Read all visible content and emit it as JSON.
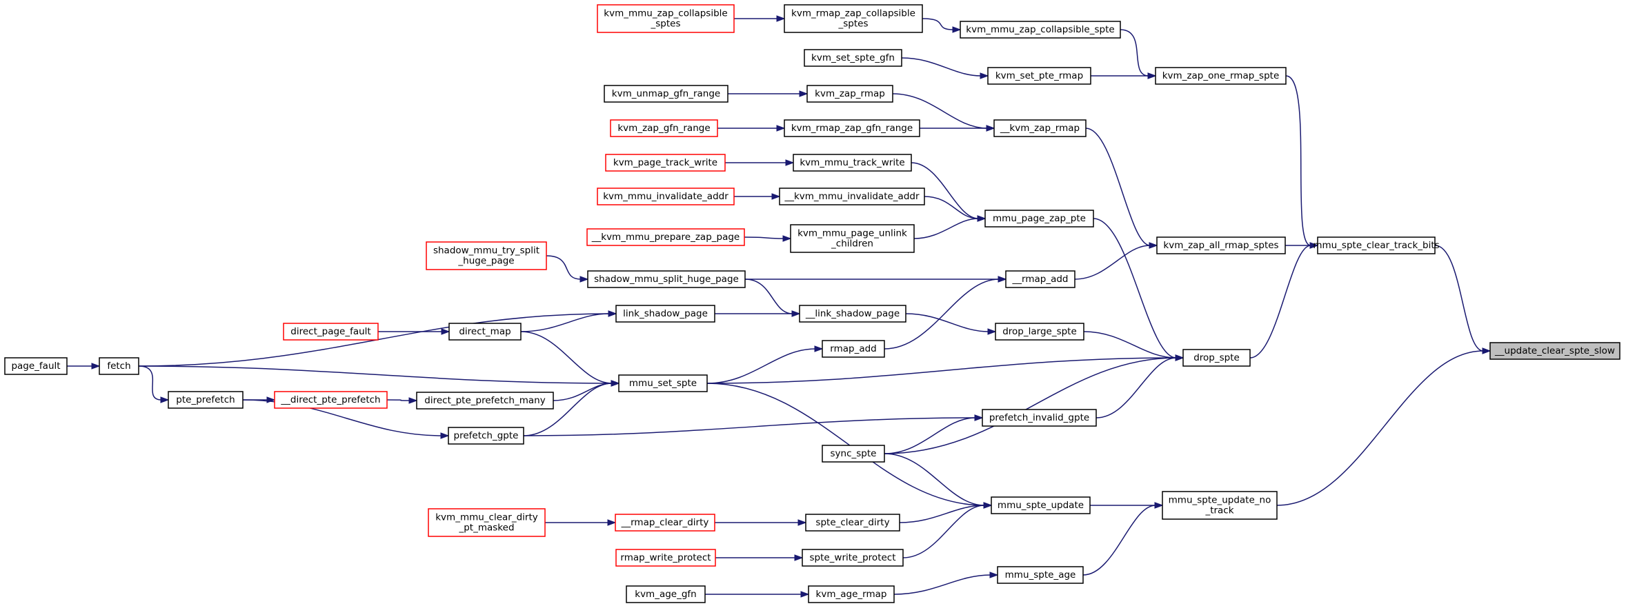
{
  "nodes": {
    "update_clear_spte_slow": {
      "lines": [
        "__update_clear_spte_slow"
      ],
      "style": "focus"
    },
    "mmu_spte_clear_track_bits": {
      "lines": [
        "mmu_spte_clear_track_bits"
      ],
      "style": "normal"
    },
    "mmu_spte_update_no_track": {
      "lines": [
        "mmu_spte_update_no",
        "_track"
      ],
      "style": "normal"
    },
    "drop_spte": {
      "lines": [
        "drop_spte"
      ],
      "style": "normal"
    },
    "kvm_zap_all_rmap_sptes": {
      "lines": [
        "kvm_zap_all_rmap_sptes"
      ],
      "style": "normal"
    },
    "kvm_zap_one_rmap_spte": {
      "lines": [
        "kvm_zap_one_rmap_spte"
      ],
      "style": "normal"
    },
    "mmu_spte_update": {
      "lines": [
        "mmu_spte_update"
      ],
      "style": "normal"
    },
    "mmu_spte_age": {
      "lines": [
        "mmu_spte_age"
      ],
      "style": "normal"
    },
    "drop_large_spte": {
      "lines": [
        "drop_large_spte"
      ],
      "style": "normal"
    },
    "mmu_page_zap_pte": {
      "lines": [
        "mmu_page_zap_pte"
      ],
      "style": "normal"
    },
    "mmu_set_spte": {
      "lines": [
        "mmu_set_spte"
      ],
      "style": "normal"
    },
    "prefetch_invalid_gpte": {
      "lines": [
        "prefetch_invalid_gpte"
      ],
      "style": "normal"
    },
    "sync_spte": {
      "lines": [
        "sync_spte"
      ],
      "style": "normal"
    },
    "kvm_zap_rmap_inner": {
      "lines": [
        "__kvm_zap_rmap"
      ],
      "style": "normal"
    },
    "rmap_add_inner": {
      "lines": [
        "__rmap_add"
      ],
      "style": "normal"
    },
    "kvm_set_pte_rmap": {
      "lines": [
        "kvm_set_pte_rmap"
      ],
      "style": "normal"
    },
    "kvm_mmu_zap_collapsible_spte": {
      "lines": [
        "kvm_mmu_zap_collapsible_spte"
      ],
      "style": "normal"
    },
    "kvm_rmap_zap_collapsible_sptes": {
      "lines": [
        "kvm_rmap_zap_collapsible",
        "_sptes"
      ],
      "style": "normal"
    },
    "kvm_mmu_zap_collapsible_sptes": {
      "lines": [
        "kvm_mmu_zap_collapsible",
        "_sptes"
      ],
      "style": "truncated"
    },
    "kvm_set_spte_gfn": {
      "lines": [
        "kvm_set_spte_gfn"
      ],
      "style": "normal"
    },
    "kvm_zap_rmap": {
      "lines": [
        "kvm_zap_rmap"
      ],
      "style": "normal"
    },
    "kvm_unmap_gfn_range": {
      "lines": [
        "kvm_unmap_gfn_range"
      ],
      "style": "normal"
    },
    "kvm_rmap_zap_gfn_range": {
      "lines": [
        "kvm_rmap_zap_gfn_range"
      ],
      "style": "normal"
    },
    "kvm_zap_gfn_range": {
      "lines": [
        "kvm_zap_gfn_range"
      ],
      "style": "truncated"
    },
    "kvm_mmu_track_write": {
      "lines": [
        "kvm_mmu_track_write"
      ],
      "style": "normal"
    },
    "kvm_page_track_write": {
      "lines": [
        "kvm_page_track_write"
      ],
      "style": "truncated"
    },
    "kvm_mmu_invalidate_addr_inner": {
      "lines": [
        "__kvm_mmu_invalidate_addr"
      ],
      "style": "normal"
    },
    "kvm_mmu_invalidate_addr": {
      "lines": [
        "kvm_mmu_invalidate_addr"
      ],
      "style": "truncated"
    },
    "kvm_mmu_page_unlink_children": {
      "lines": [
        "kvm_mmu_page_unlink",
        "_children"
      ],
      "style": "normal"
    },
    "kvm_mmu_prepare_zap_page_inner": {
      "lines": [
        "__kvm_mmu_prepare_zap_page"
      ],
      "style": "truncated"
    },
    "shadow_mmu_split_huge_page": {
      "lines": [
        "shadow_mmu_split_huge_page"
      ],
      "style": "normal"
    },
    "shadow_mmu_try_split_huge_page": {
      "lines": [
        "shadow_mmu_try_split",
        "_huge_page"
      ],
      "style": "truncated"
    },
    "link_shadow_page_inner": {
      "lines": [
        "__link_shadow_page"
      ],
      "style": "normal"
    },
    "link_shadow_page": {
      "lines": [
        "link_shadow_page"
      ],
      "style": "normal"
    },
    "rmap_add": {
      "lines": [
        "rmap_add"
      ],
      "style": "normal"
    },
    "direct_map": {
      "lines": [
        "direct_map"
      ],
      "style": "normal"
    },
    "direct_page_fault": {
      "lines": [
        "direct_page_fault"
      ],
      "style": "truncated"
    },
    "fetch": {
      "lines": [
        "fetch"
      ],
      "style": "normal"
    },
    "page_fault": {
      "lines": [
        "page_fault"
      ],
      "style": "normal"
    },
    "direct_pte_prefetch_many": {
      "lines": [
        "direct_pte_prefetch_many"
      ],
      "style": "normal"
    },
    "direct_pte_prefetch_inner": {
      "lines": [
        "__direct_pte_prefetch"
      ],
      "style": "truncated"
    },
    "pte_prefetch": {
      "lines": [
        "pte_prefetch"
      ],
      "style": "normal"
    },
    "prefetch_gpte": {
      "lines": [
        "prefetch_gpte"
      ],
      "style": "normal"
    },
    "spte_clear_dirty": {
      "lines": [
        "spte_clear_dirty"
      ],
      "style": "normal"
    },
    "rmap_clear_dirty_inner": {
      "lines": [
        "__rmap_clear_dirty"
      ],
      "style": "truncated"
    },
    "kvm_mmu_clear_dirty_pt_masked": {
      "lines": [
        "kvm_mmu_clear_dirty",
        "_pt_masked"
      ],
      "style": "truncated"
    },
    "spte_write_protect": {
      "lines": [
        "spte_write_protect"
      ],
      "style": "normal"
    },
    "rmap_write_protect": {
      "lines": [
        "rmap_write_protect"
      ],
      "style": "truncated"
    },
    "kvm_age_rmap": {
      "lines": [
        "kvm_age_rmap"
      ],
      "style": "normal"
    },
    "kvm_age_gfn": {
      "lines": [
        "kvm_age_gfn"
      ],
      "style": "normal"
    }
  },
  "edges": [
    [
      "mmu_spte_clear_track_bits",
      "update_clear_spte_slow"
    ],
    [
      "mmu_spte_update_no_track",
      "update_clear_spte_slow"
    ],
    [
      "drop_spte",
      "mmu_spte_clear_track_bits"
    ],
    [
      "kvm_zap_all_rmap_sptes",
      "mmu_spte_clear_track_bits"
    ],
    [
      "kvm_zap_one_rmap_spte",
      "mmu_spte_clear_track_bits"
    ],
    [
      "mmu_spte_update",
      "mmu_spte_update_no_track"
    ],
    [
      "mmu_spte_age",
      "mmu_spte_update_no_track"
    ],
    [
      "drop_large_spte",
      "drop_spte"
    ],
    [
      "mmu_page_zap_pte",
      "drop_spte"
    ],
    [
      "mmu_set_spte",
      "drop_spte"
    ],
    [
      "prefetch_invalid_gpte",
      "drop_spte"
    ],
    [
      "sync_spte",
      "drop_spte"
    ],
    [
      "kvm_zap_rmap_inner",
      "kvm_zap_all_rmap_sptes"
    ],
    [
      "rmap_add_inner",
      "kvm_zap_all_rmap_sptes"
    ],
    [
      "kvm_set_pte_rmap",
      "kvm_zap_one_rmap_spte"
    ],
    [
      "kvm_mmu_zap_collapsible_spte",
      "kvm_zap_one_rmap_spte"
    ],
    [
      "kvm_rmap_zap_collapsible_sptes",
      "kvm_mmu_zap_collapsible_spte"
    ],
    [
      "kvm_mmu_zap_collapsible_sptes",
      "kvm_rmap_zap_collapsible_sptes"
    ],
    [
      "kvm_set_spte_gfn",
      "kvm_set_pte_rmap"
    ],
    [
      "kvm_zap_rmap",
      "kvm_zap_rmap_inner"
    ],
    [
      "kvm_rmap_zap_gfn_range",
      "kvm_zap_rmap_inner"
    ],
    [
      "kvm_unmap_gfn_range",
      "kvm_zap_rmap"
    ],
    [
      "kvm_zap_gfn_range",
      "kvm_rmap_zap_gfn_range"
    ],
    [
      "kvm_mmu_track_write",
      "mmu_page_zap_pte"
    ],
    [
      "kvm_mmu_invalidate_addr_inner",
      "mmu_page_zap_pte"
    ],
    [
      "kvm_mmu_page_unlink_children",
      "mmu_page_zap_pte"
    ],
    [
      "kvm_page_track_write",
      "kvm_mmu_track_write"
    ],
    [
      "kvm_mmu_invalidate_addr",
      "kvm_mmu_invalidate_addr_inner"
    ],
    [
      "kvm_mmu_prepare_zap_page_inner",
      "kvm_mmu_page_unlink_children"
    ],
    [
      "shadow_mmu_split_huge_page",
      "rmap_add_inner"
    ],
    [
      "rmap_add",
      "rmap_add_inner"
    ],
    [
      "shadow_mmu_try_split_huge_page",
      "shadow_mmu_split_huge_page"
    ],
    [
      "shadow_mmu_split_huge_page",
      "link_shadow_page_inner"
    ],
    [
      "link_shadow_page_inner",
      "drop_large_spte"
    ],
    [
      "link_shadow_page",
      "link_shadow_page_inner"
    ],
    [
      "direct_map",
      "link_shadow_page"
    ],
    [
      "fetch",
      "link_shadow_page"
    ],
    [
      "mmu_set_spte",
      "rmap_add"
    ],
    [
      "direct_page_fault",
      "direct_map"
    ],
    [
      "page_fault",
      "fetch"
    ],
    [
      "direct_map",
      "mmu_set_spte"
    ],
    [
      "fetch",
      "mmu_set_spte"
    ],
    [
      "direct_pte_prefetch_many",
      "mmu_set_spte"
    ],
    [
      "prefetch_gpte",
      "mmu_set_spte"
    ],
    [
      "direct_pte_prefetch_inner",
      "direct_pte_prefetch_many"
    ],
    [
      "pte_prefetch",
      "direct_pte_prefetch_inner"
    ],
    [
      "fetch",
      "pte_prefetch"
    ],
    [
      "pte_prefetch",
      "prefetch_gpte"
    ],
    [
      "prefetch_gpte",
      "prefetch_invalid_gpte"
    ],
    [
      "sync_spte",
      "prefetch_invalid_gpte"
    ],
    [
      "mmu_set_spte",
      "mmu_spte_update"
    ],
    [
      "sync_spte",
      "mmu_spte_update"
    ],
    [
      "spte_clear_dirty",
      "mmu_spte_update"
    ],
    [
      "spte_write_protect",
      "mmu_spte_update"
    ],
    [
      "rmap_clear_dirty_inner",
      "spte_clear_dirty"
    ],
    [
      "kvm_mmu_clear_dirty_pt_masked",
      "rmap_clear_dirty_inner"
    ],
    [
      "rmap_write_protect",
      "spte_write_protect"
    ],
    [
      "kvm_age_rmap",
      "mmu_spte_age"
    ],
    [
      "kvm_age_gfn",
      "kvm_age_rmap"
    ]
  ],
  "colors": {
    "edge": "#191970",
    "focus_fill": "#bfbfbf",
    "truncated_border": "#ff0000",
    "normal_border": "#000000"
  }
}
